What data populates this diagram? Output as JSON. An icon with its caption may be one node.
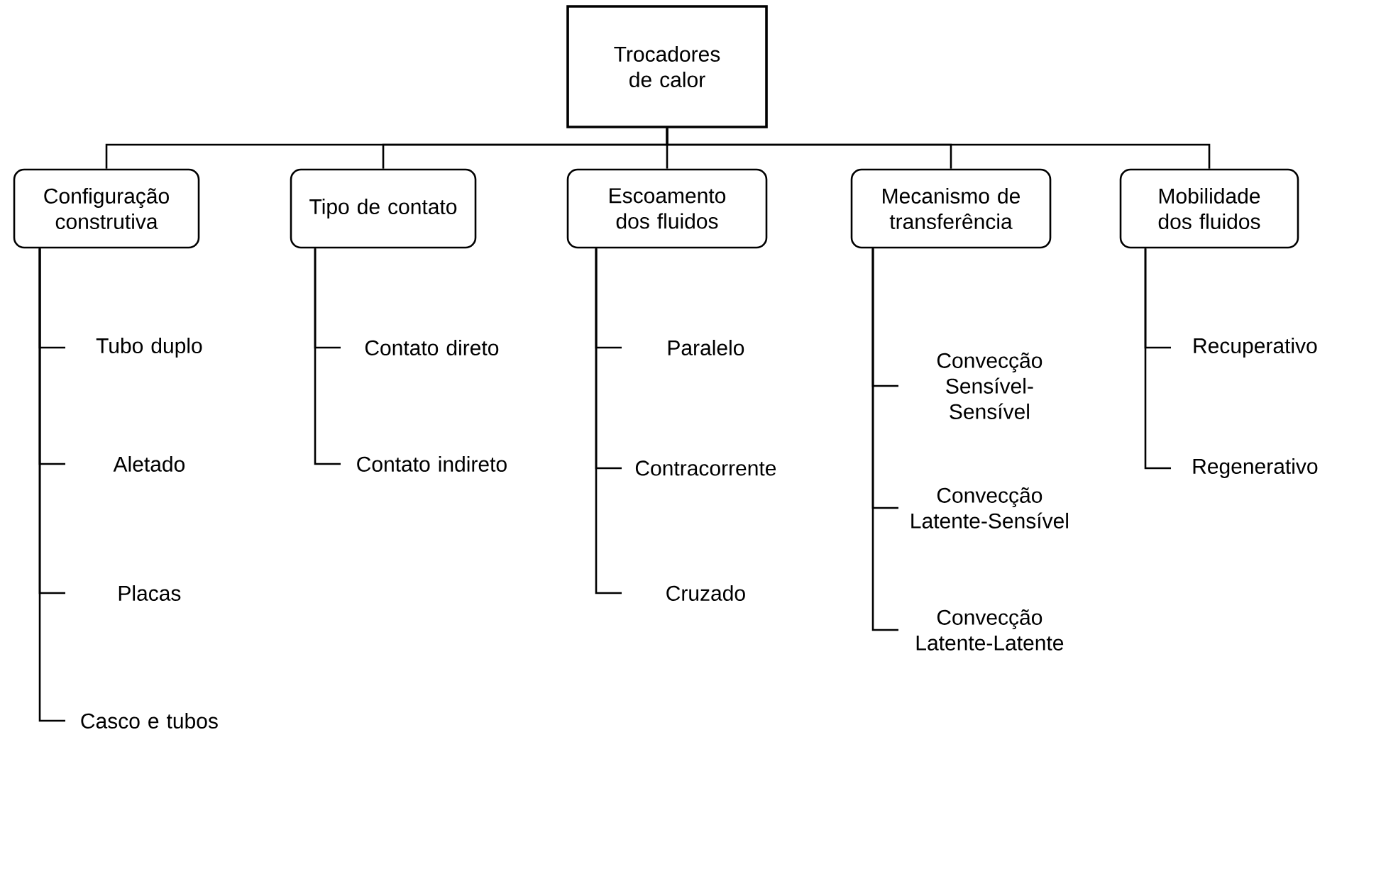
{
  "diagram": {
    "nodes": [
      {
        "text": [
          "Trocadores de calor"
        ]
      },
      {
        "text": [
          "Configuração construtiva"
        ]
      },
      {
        "text": [
          "Tipo de contato"
        ]
      },
      {
        "text": [
          "Escoamento dos fluidos"
        ]
      },
      {
        "text": [
          "Mecanismo de transferência"
        ]
      },
      {
        "text": [
          "Mobilidade dos fluidos"
        ]
      },
      {
        "text": [
          "Tubo duplo"
        ]
      },
      {
        "text": [
          "Aletado"
        ]
      },
      {
        "text": [
          "Placas"
        ]
      },
      {
        "text": [
          "Casco e tubos"
        ]
      },
      {
        "text": [
          "Contato direto"
        ]
      },
      {
        "text": [
          "Contato indireto"
        ]
      },
      {
        "text": [
          "Paralelo"
        ]
      },
      {
        "text": [
          "Contracorrente"
        ]
      },
      {
        "text": [
          "Cruzado"
        ]
      },
      {
        "text": [
          "Convecção Sensível-Sensível"
        ]
      },
      {
        "text": [
          "Convecção Latente-Sensível"
        ]
      },
      {
        "text": [
          "Convecção Latente-Latente"
        ]
      },
      {
        "text": [
          "Recuperativo"
        ]
      },
      {
        "text": [
          "Regenerativo"
        ]
      }
    ],
    "edges": [
      {
        "from": 0,
        "to": 1,
        "arrow": "none"
      },
      {
        "from": 0,
        "to": 2,
        "arrow": "none"
      },
      {
        "from": 0,
        "to": 3,
        "arrow": "none"
      },
      {
        "from": 0,
        "to": 4,
        "arrow": "none"
      },
      {
        "from": 0,
        "to": 5,
        "arrow": "none"
      },
      {
        "from": 1,
        "to": 6,
        "arrow": "none"
      },
      {
        "from": 1,
        "to": 7,
        "arrow": "none"
      },
      {
        "from": 1,
        "to": 8,
        "arrow": "none"
      },
      {
        "from": 1,
        "to": 9,
        "arrow": "none"
      },
      {
        "from": 2,
        "to": 10,
        "arrow": "none"
      },
      {
        "from": 2,
        "to": 11,
        "arrow": "none"
      },
      {
        "from": 3,
        "to": 12,
        "arrow": "none"
      },
      {
        "from": 3,
        "to": 13,
        "arrow": "none"
      },
      {
        "from": 3,
        "to": 14,
        "arrow": "none"
      },
      {
        "from": 4,
        "to": 15,
        "arrow": "none"
      },
      {
        "from": 4,
        "to": 16,
        "arrow": "none"
      },
      {
        "from": 4,
        "to": 17,
        "arrow": "none"
      },
      {
        "from": 5,
        "to": 18,
        "arrow": "none"
      },
      {
        "from": 5,
        "to": 19,
        "arrow": "none"
      }
    ]
  }
}
